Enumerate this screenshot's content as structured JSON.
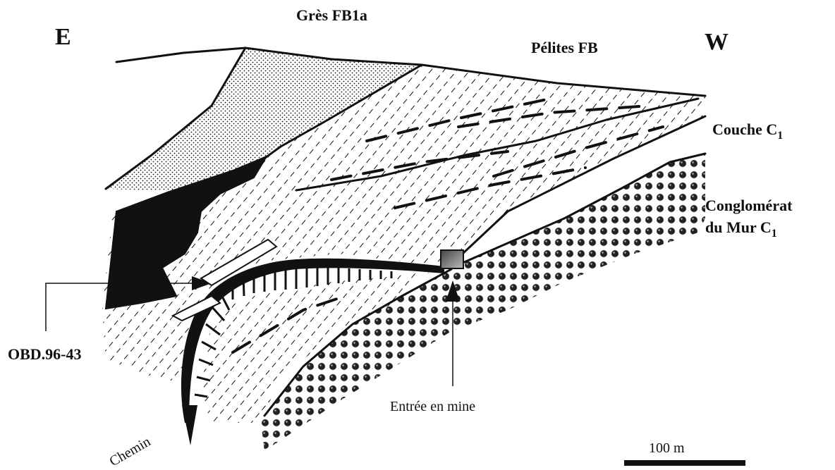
{
  "orientation": {
    "east": "E",
    "west": "W"
  },
  "labels": {
    "gres": "Grès FB1a",
    "pelites": "Pélites FB",
    "couche": "Couche C",
    "couche_sub": "1",
    "conglomerat_line1": "Conglomérat",
    "conglomerat_line2": "du Mur C",
    "conglomerat_sub": "1",
    "sample": "OBD.96-43",
    "entree": "Entrée en mine",
    "chemin": "Chemin"
  },
  "scale_bar": {
    "label": "100 m"
  },
  "colors": {
    "ink": "#111111",
    "background": "#ffffff"
  }
}
